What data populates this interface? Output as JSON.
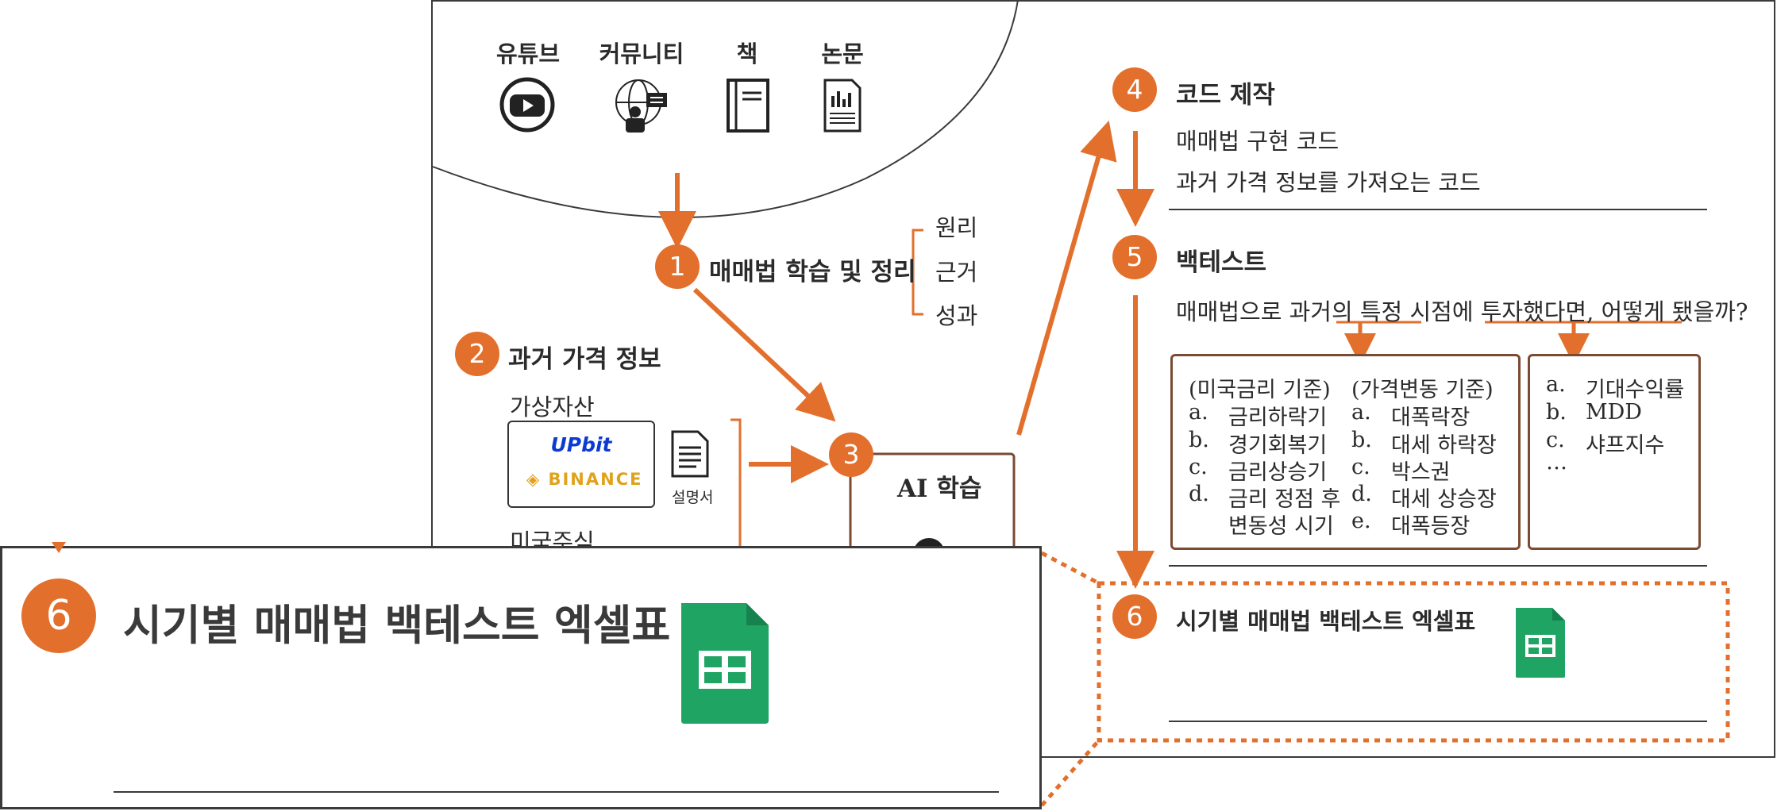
{
  "sources": {
    "youtube": "유튜브",
    "community": "커뮤니티",
    "book": "책",
    "paper": "논문"
  },
  "step1": {
    "num": "1",
    "label": "매매법 학습 및 정리",
    "bullets": [
      "원리",
      "근거",
      "성과"
    ]
  },
  "step2": {
    "num": "2",
    "label": "과거 가격 정보",
    "crypto_label": "가상자산",
    "upbit": "UPbit",
    "binance": "BINANCE",
    "doc_caption": "설명서",
    "stocks_label": "미국주식"
  },
  "step3": {
    "num": "3",
    "label": "AI 학습"
  },
  "step4": {
    "num": "4",
    "label": "코드 제작",
    "items": [
      "매매법 구현 코드",
      "과거 가격 정보를 가져오는 코드"
    ]
  },
  "step5": {
    "num": "5",
    "label": "백테스트",
    "question": "매매법으로 과거의 특정 시점에 투자했다면, 어떻게 됐을까?",
    "box1": {
      "col1_header": "(미국금리 기준)",
      "col1": [
        [
          "a.",
          "금리하락기"
        ],
        [
          "b.",
          "경기회복기"
        ],
        [
          "c.",
          "금리상승기"
        ],
        [
          "d.",
          "금리 정점 후"
        ],
        [
          "",
          "변동성 시기"
        ]
      ],
      "col2_header": "(가격변동 기준)",
      "col2": [
        [
          "a.",
          "대폭락장"
        ],
        [
          "b.",
          "대세 하락장"
        ],
        [
          "c.",
          "박스권"
        ],
        [
          "d.",
          "대세 상승장"
        ],
        [
          "e.",
          "대폭등장"
        ]
      ]
    },
    "box2": [
      [
        "a.",
        "기대수익률"
      ],
      [
        "b.",
        "MDD"
      ],
      [
        "c.",
        "샤프지수"
      ],
      [
        "",
        "…"
      ]
    ]
  },
  "step6": {
    "num": "6",
    "label": "시기별 매매법 백테스트 엑셀표"
  },
  "colors": {
    "accent": "#e36f2c",
    "box_border": "#7b4a33",
    "sheets_green": "#1fa463",
    "frame": "#3a3a3a"
  },
  "icons": [
    "youtube-icon",
    "community-icon",
    "book-icon",
    "paper-icon",
    "document-icon",
    "google-sheets-icon"
  ]
}
